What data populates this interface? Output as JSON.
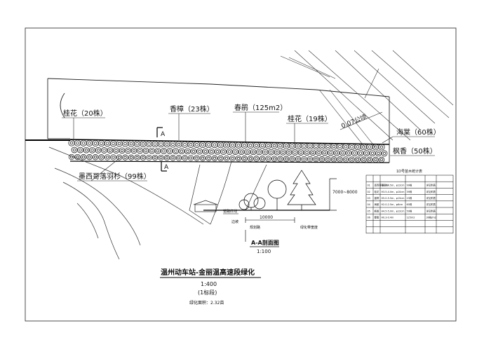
{
  "plants": {
    "osmanthus_a": "桂花（20株）",
    "camphor": "香樟（23株）",
    "azalea": "春鹃（125m2）",
    "osmanthus_b": "桂花（19株）",
    "crabapple": "海棠（60株）",
    "maple": "枫香（50株）",
    "cypress": "墨西哥落羽杉（99株）"
  },
  "annotations": {
    "distance": "0.07公顷",
    "section_mark": "A",
    "height": "7000~8000",
    "width": "10000",
    "label_a": "道路红线",
    "label_b": "规划路",
    "label_c": "绿化带宽度",
    "label_d": "边坡"
  },
  "section": {
    "title": "A-A剖面图",
    "scale": "1:100"
  },
  "title_block": {
    "title": "温州动车站-金丽温高速段绿化",
    "scale": "1:400",
    "section_no": "(1标段)",
    "area": "绿化面积：2.32亩"
  },
  "table": {
    "title": "1D号苗木统计表",
    "rows": [
      [
        "01",
        "墨西哥落羽杉",
        "H4.0-4.5m，φ12cm",
        "99株",
        "详见附表"
      ],
      [
        "02",
        "桂花",
        "H3.5-4.0m，φ10cm",
        "39株",
        "详见附表"
      ],
      [
        "03",
        "香樟",
        "H5.0-5.5m，φ15cm",
        "23株",
        "详见附表"
      ],
      [
        "04",
        "海棠",
        "H2.0-2.5m，φ6cm",
        "60株",
        "详见附表"
      ],
      [
        "05",
        "枫香",
        "H4.5-5.0m，φ12cm",
        "50株",
        "详见附表"
      ],
      [
        "06",
        "春鹃",
        "H0.3-0.4m",
        "125m2",
        "36株/m2"
      ]
    ]
  }
}
